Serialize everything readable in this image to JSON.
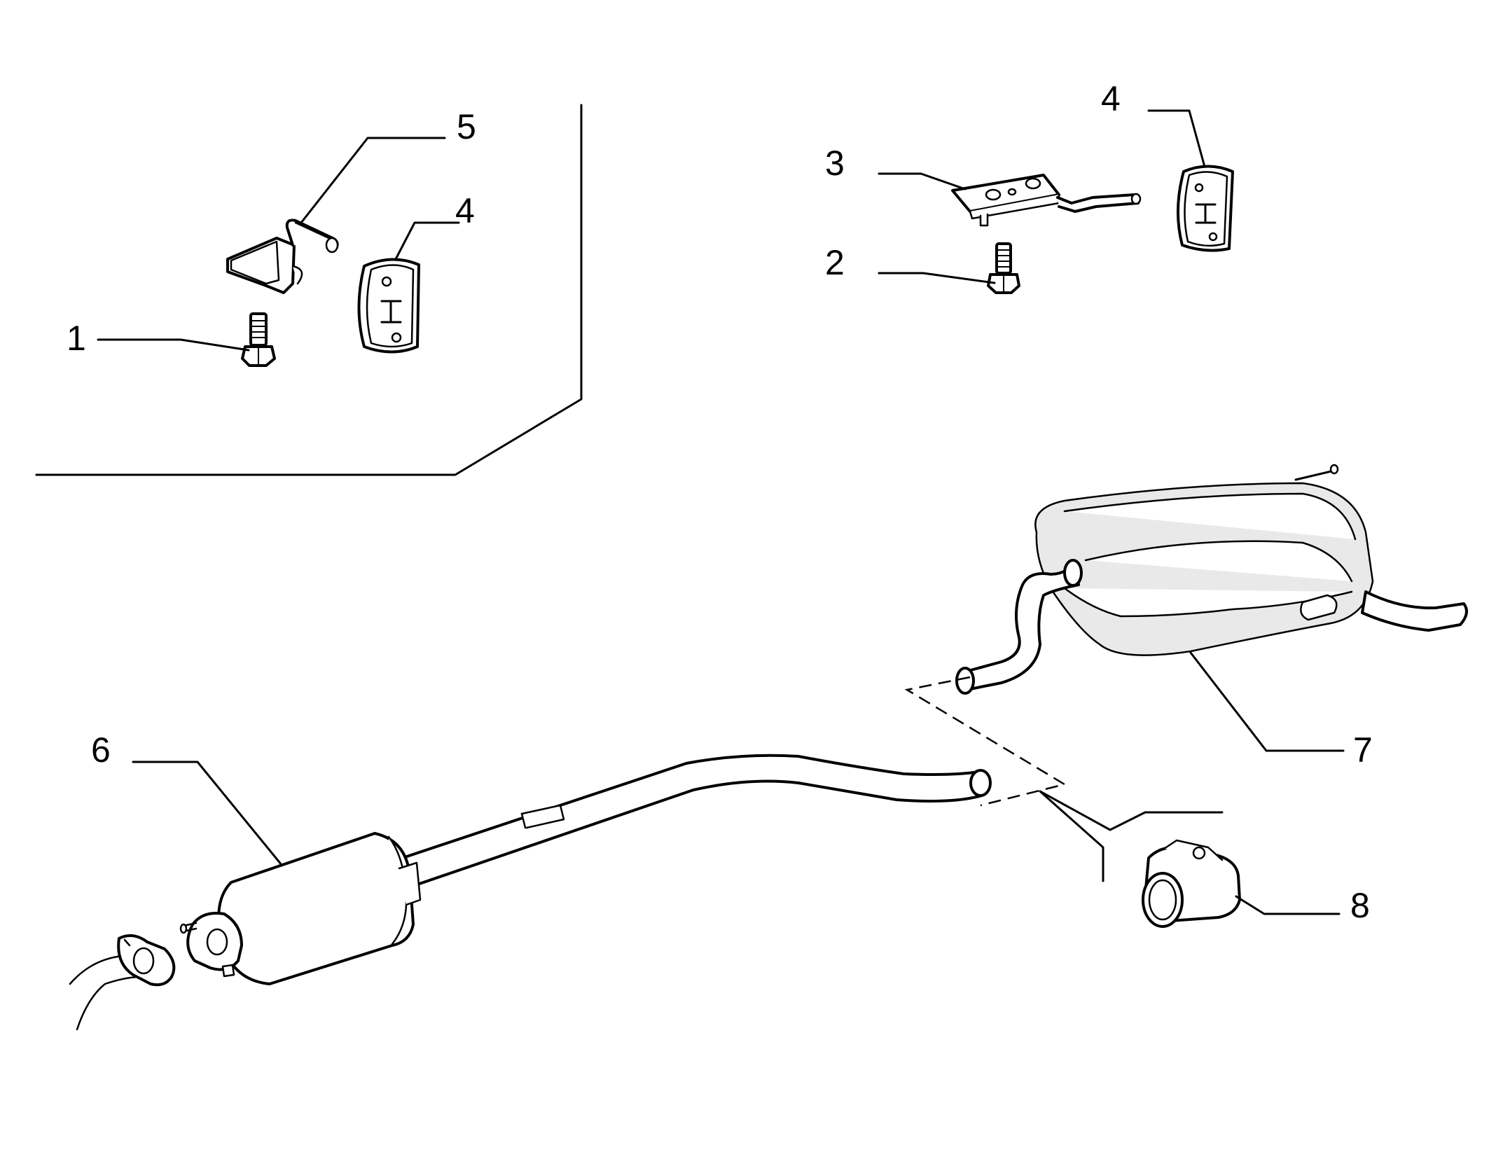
{
  "callouts": [
    {
      "id": "1",
      "label": "1"
    },
    {
      "id": "2",
      "label": "2"
    },
    {
      "id": "3",
      "label": "3"
    },
    {
      "id": "4a",
      "label": "4"
    },
    {
      "id": "4b",
      "label": "4"
    },
    {
      "id": "5",
      "label": "5"
    },
    {
      "id": "6",
      "label": "6"
    },
    {
      "id": "7",
      "label": "7"
    },
    {
      "id": "8",
      "label": "8"
    }
  ]
}
